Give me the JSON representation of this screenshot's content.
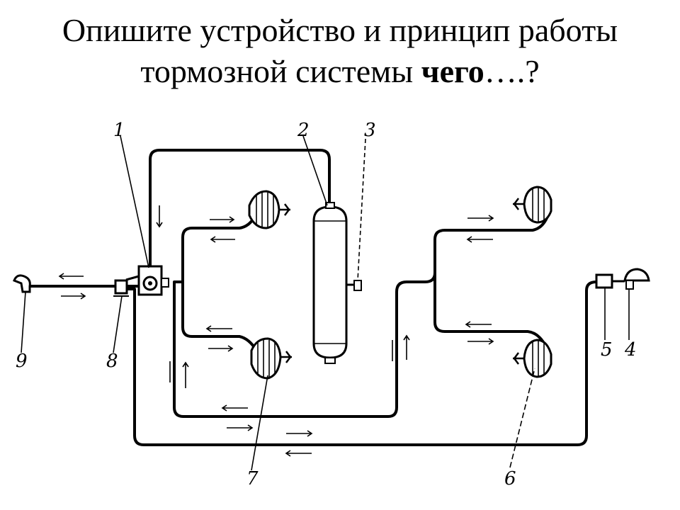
{
  "title": {
    "line1": "Опишите  устройство и принцип работы",
    "line2_start": "тормозной системы ",
    "line2_bold": "чего",
    "line2_end": "….?"
  },
  "labels": {
    "n1": "1",
    "n2": "2",
    "n3": "3",
    "n4": "4",
    "n5": "5",
    "n6": "6",
    "n7": "7",
    "n8": "8",
    "n9": "9"
  }
}
